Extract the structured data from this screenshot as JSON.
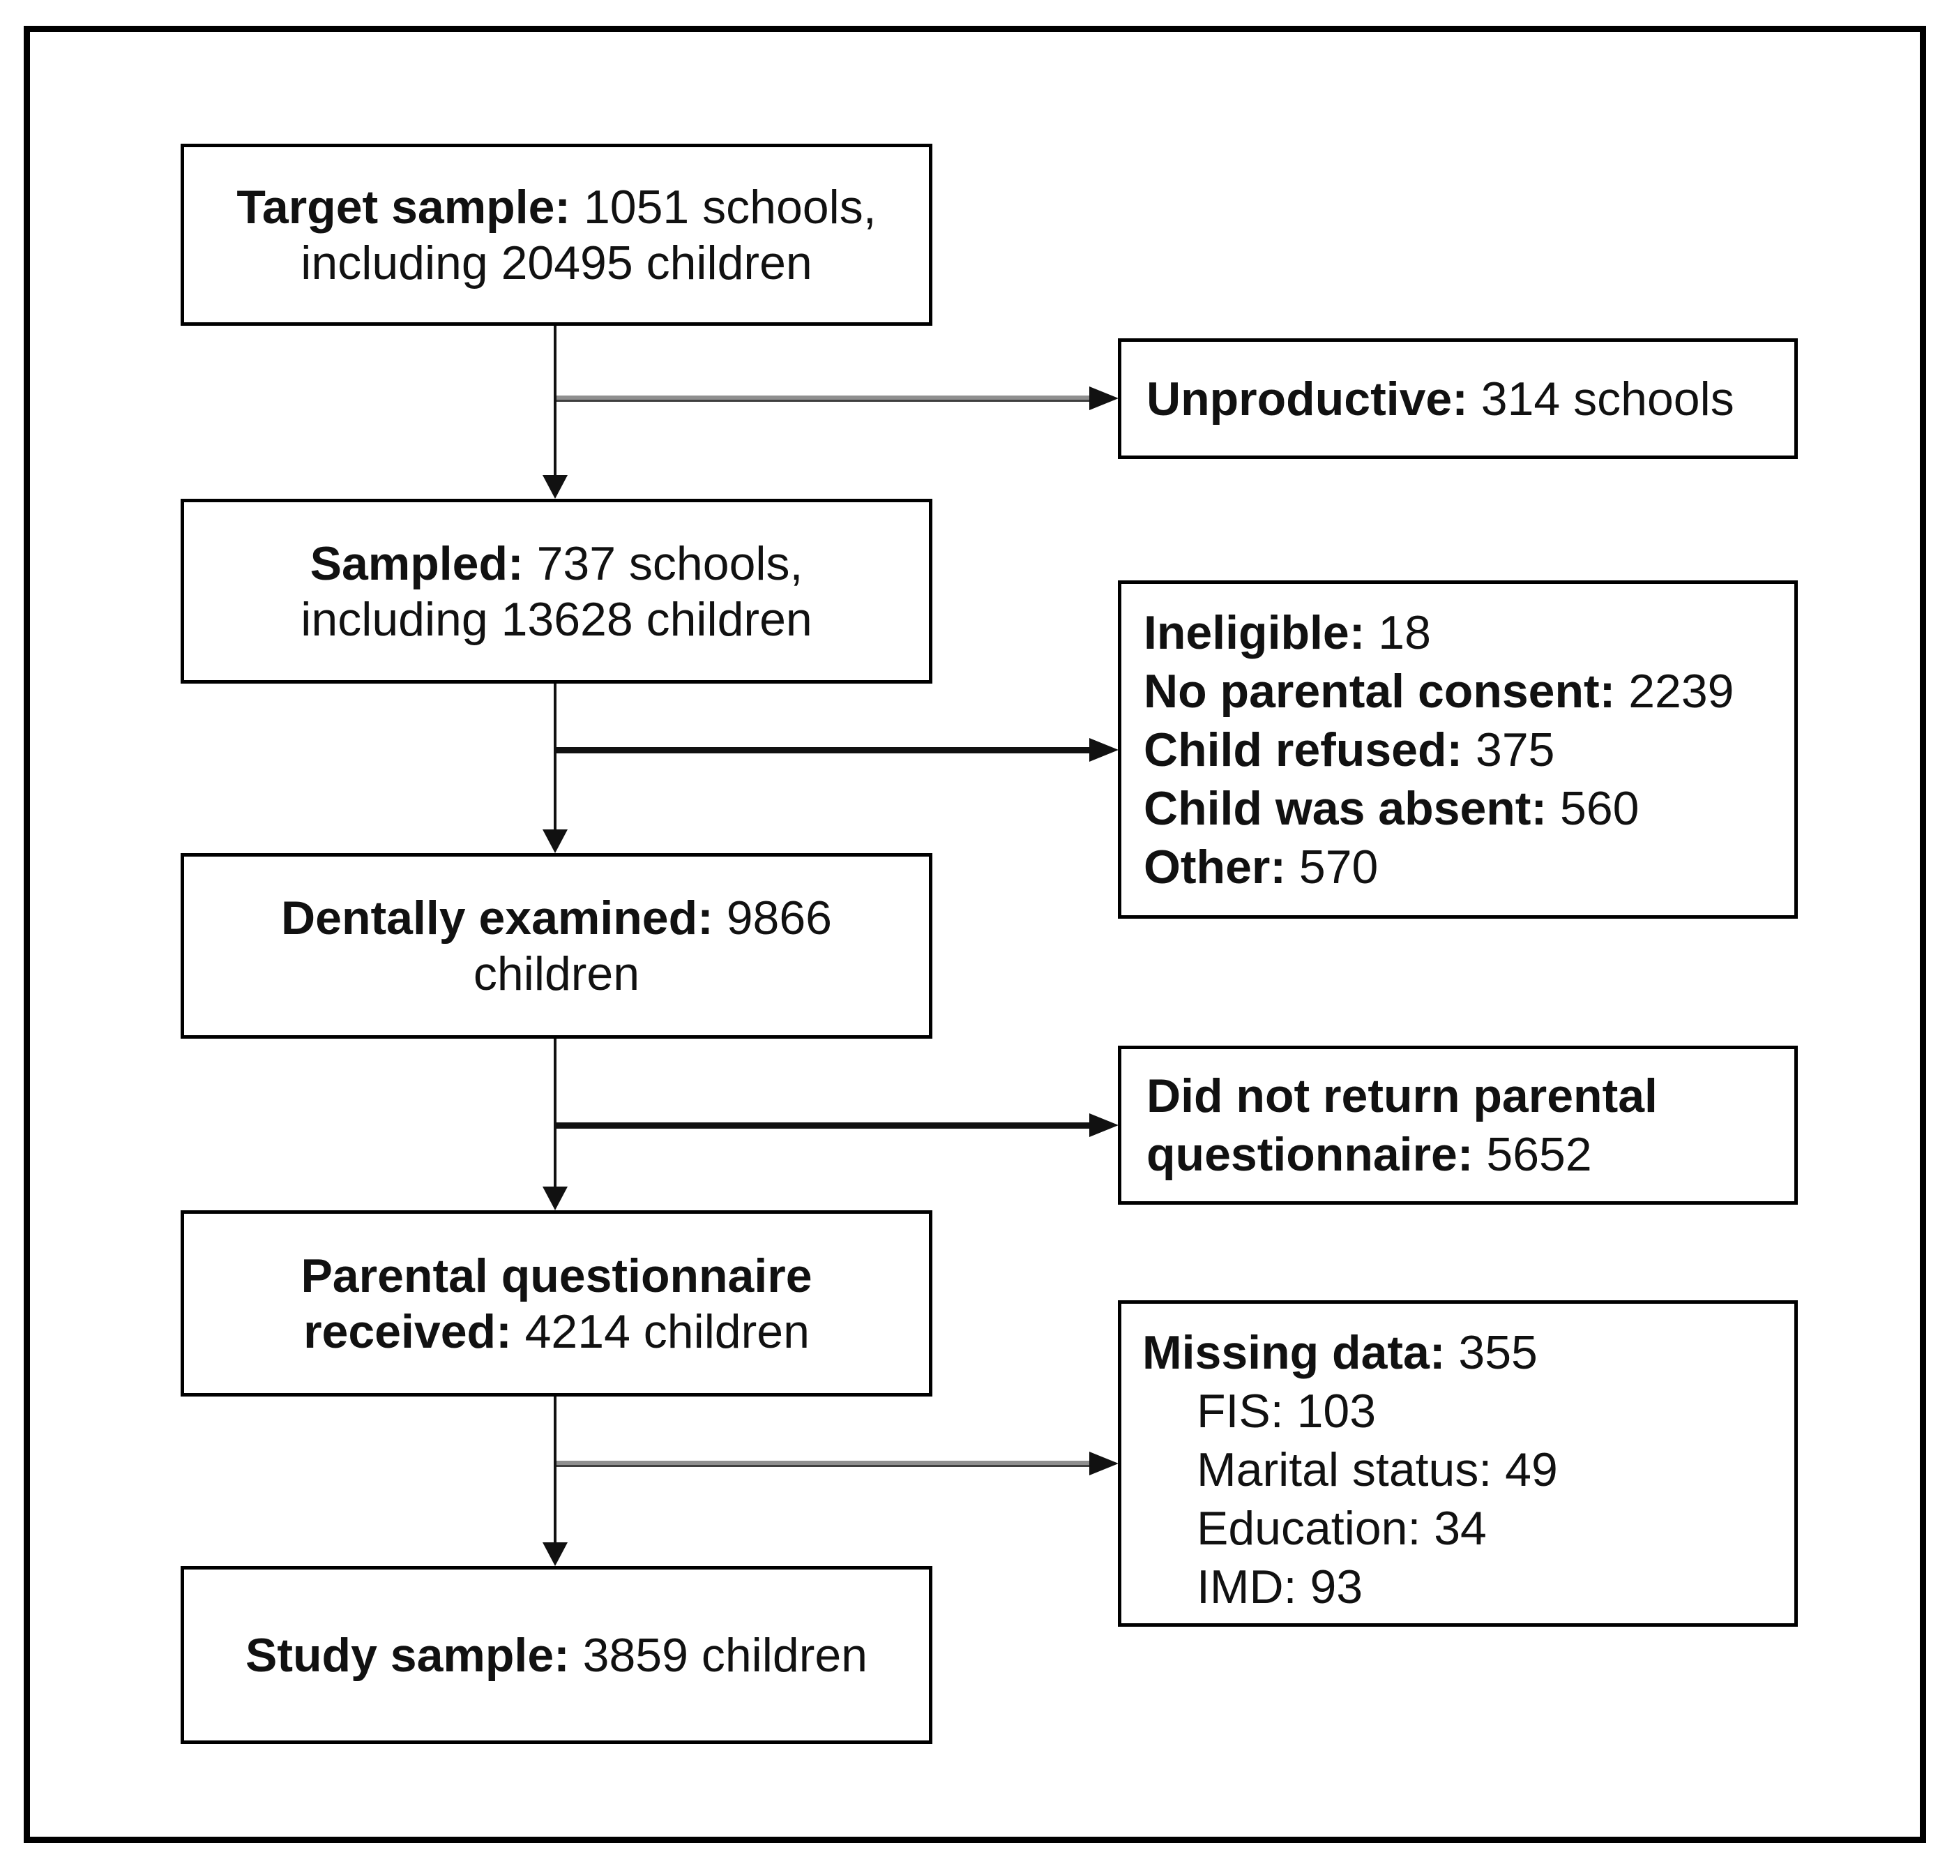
{
  "colors": {
    "ink": "#111111",
    "gray_line": "#8f8f8f",
    "gray_line_edge": "#3f3f3f",
    "box_border": "#000000",
    "background": "#ffffff"
  },
  "flow_boxes": {
    "target": {
      "bold": "Target sample: ",
      "regular": "1051 schools,",
      "line2": "including 20495 children"
    },
    "sampled": {
      "bold": "Sampled: ",
      "regular": "737 schools,",
      "line2": "including 13628 children"
    },
    "dentally_examined": {
      "bold": "Dentally examined: ",
      "regular": "9866",
      "line2": "children"
    },
    "questionnaire_received": {
      "bold_line1": "Parental questionnaire",
      "bold_line2": "received: ",
      "regular": "4214 children"
    },
    "study_sample": {
      "bold": "Study sample: ",
      "regular": "3859 children"
    }
  },
  "exclusion_boxes": {
    "unproductive": {
      "bold": "Unproductive: ",
      "regular": "314 schools"
    },
    "not_examined": {
      "items": [
        {
          "label": "Ineligible: ",
          "value": "18"
        },
        {
          "label": "No parental consent: ",
          "value": "2239"
        },
        {
          "label": "Child refused: ",
          "value": "375"
        },
        {
          "label": "Child was absent: ",
          "value": "560"
        },
        {
          "label": "Other: ",
          "value": "570"
        }
      ]
    },
    "no_questionnaire": {
      "bold_line1": "Did not return parental",
      "bold_line2": "questionnaire: ",
      "regular": "5652"
    },
    "missing_data": {
      "bold": "Missing data: ",
      "regular": "355",
      "items": [
        {
          "label": "FIS: ",
          "value": "103"
        },
        {
          "label": "Marital status: ",
          "value": "49"
        },
        {
          "label": "Education: ",
          "value": "34"
        },
        {
          "label": "IMD: ",
          "value": "93"
        }
      ]
    }
  }
}
